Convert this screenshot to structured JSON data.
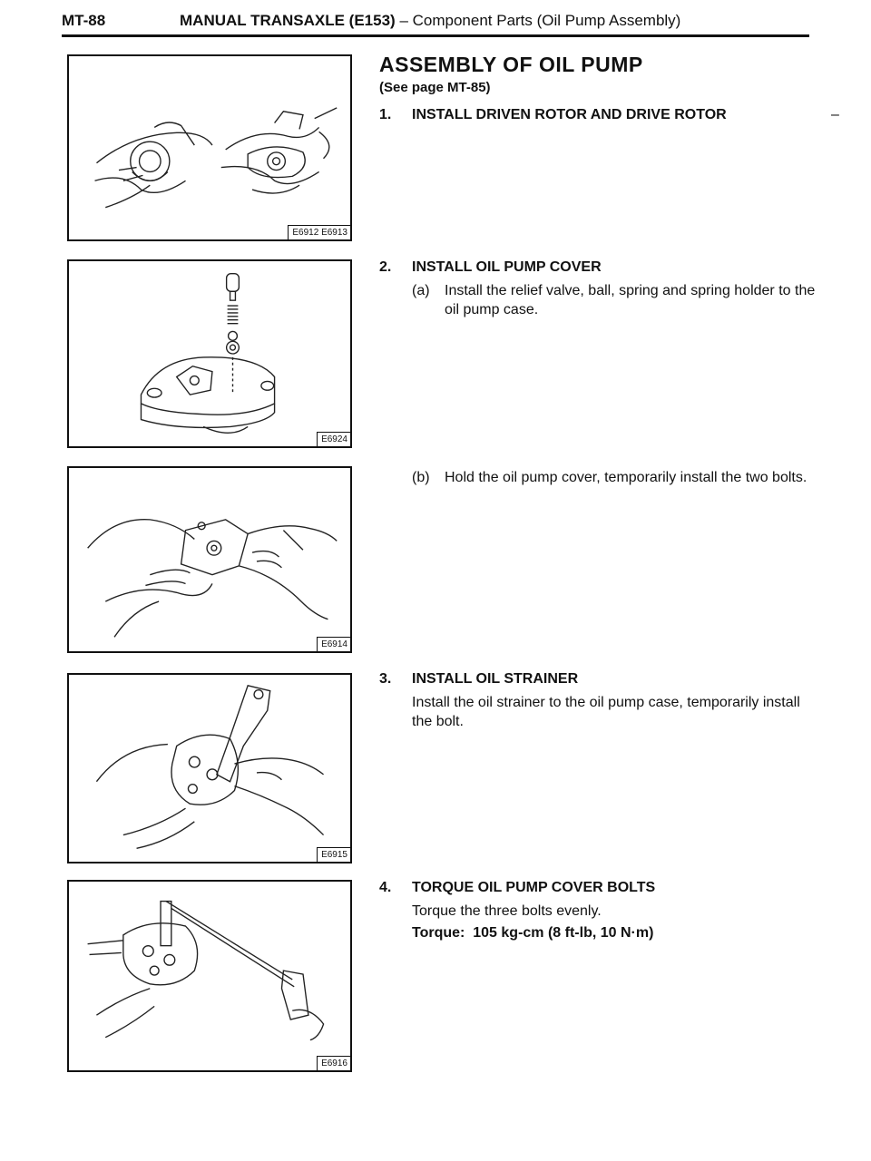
{
  "header": {
    "page_number": "MT-88",
    "title": "MANUAL TRANSAXLE (E153)",
    "subtitle": " – Component Parts (Oil Pump Assembly)"
  },
  "figures": [
    {
      "code": "E6912 E6913"
    },
    {
      "code": "E6924"
    },
    {
      "code": "E6914"
    },
    {
      "code": "E6915"
    },
    {
      "code": "E6916"
    }
  ],
  "section": {
    "title": "ASSEMBLY OF OIL PUMP",
    "reference": "(See page MT-85)",
    "margin_mark": "–"
  },
  "steps": [
    {
      "number": "1.",
      "title": "INSTALL DRIVEN ROTOR AND DRIVE ROTOR"
    },
    {
      "number": "2.",
      "title": "INSTALL OIL PUMP COVER",
      "sub_a_label": "(a)",
      "sub_a_text": "Install the relief valve, ball, spring and spring holder to the oil pump case.",
      "sub_b_label": "(b)",
      "sub_b_text": "Hold the oil pump cover, temporarily install the two bolts."
    },
    {
      "number": "3.",
      "title": "INSTALL OIL STRAINER",
      "text": "Install the oil strainer to the oil pump case, temporarily install the bolt."
    },
    {
      "number": "4.",
      "title": "TORQUE OIL PUMP COVER BOLTS",
      "text": "Torque the three bolts evenly.",
      "torque_label": "Torque:",
      "torque_value": "105 kg-cm (8 ft-lb, 10 N·m)"
    }
  ]
}
